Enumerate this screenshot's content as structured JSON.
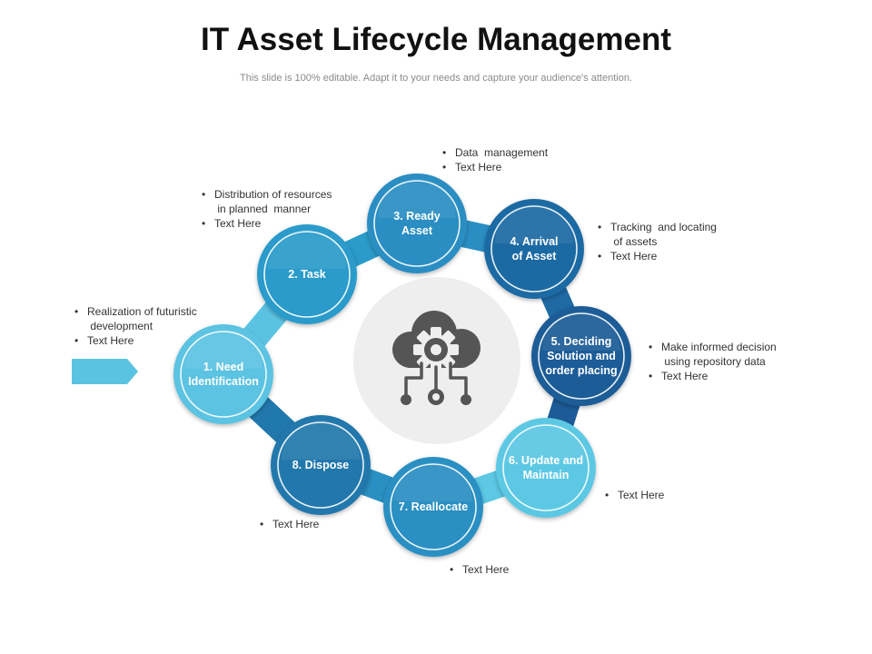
{
  "title": "IT Asset Lifecycle Management",
  "subtitle": "This slide is 100% editable. Adapt it to your needs and capture your audience's attention.",
  "center_icon": "cloud-gear-icon",
  "colors": {
    "stage1": "#5bc3e2",
    "stage2": "#2a9bca",
    "stage3": "#2a8ec3",
    "stage4": "#1f6aa3",
    "stage5": "#1c5b97",
    "stage6": "#5cc8e4",
    "stage7": "#2a8fc2",
    "stage8": "#2178ac",
    "center_bg": "#eeeeee",
    "icon": "#555555"
  },
  "stages": [
    {
      "label": "1. Need\nIdentification",
      "notes": [
        "Realization of futuristic\n development",
        "Text Here"
      ]
    },
    {
      "label": "2. Task",
      "notes": [
        "Distribution of resources\n in planned  manner",
        "Text Here"
      ]
    },
    {
      "label": "3. Ready\nAsset",
      "notes": [
        "Data  management",
        "Text Here"
      ]
    },
    {
      "label": "4. Arrival\nof Asset",
      "notes": [
        "Tracking  and locating\n of assets",
        "Text Here"
      ]
    },
    {
      "label": "5. Deciding\nSolution and\norder placing",
      "notes": [
        "Make informed decision\n using repository data",
        "Text Here"
      ]
    },
    {
      "label": "6. Update and\nMaintain",
      "notes": [
        "Text Here"
      ]
    },
    {
      "label": "7.  Reallocate",
      "notes": [
        "Text Here"
      ]
    },
    {
      "label": "8. Dispose",
      "notes": [
        "Text Here"
      ]
    }
  ]
}
